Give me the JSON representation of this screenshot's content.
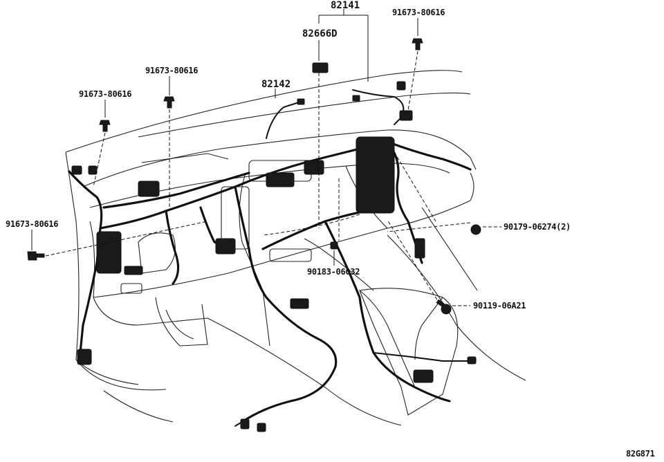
{
  "diagram_code": "82G871",
  "parts": {
    "main_harness": "82141",
    "connector": "82666D",
    "sub_harness": "82142",
    "bolt_top_right": "91673-80616",
    "bolt_upper_mid": "91673-80616",
    "bolt_upper_left": "91673-80616",
    "bolt_left": "91673-80616",
    "nut_right": "90179-06274(2)",
    "clip_center": "90183-06032",
    "bolt_lower_right": "90119-06A21"
  }
}
